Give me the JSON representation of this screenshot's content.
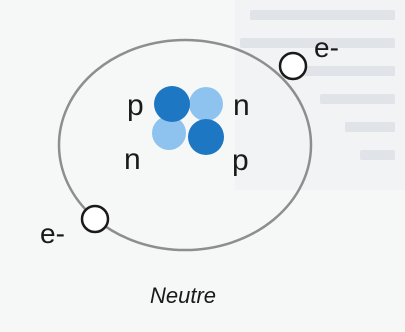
{
  "diagram": {
    "colors": {
      "background": "#f6f7f7",
      "top_strip_text": "#d9dde3",
      "orbit": "#8e8e8e",
      "proton": "#1d77c2",
      "neutron": "#8fc3ef",
      "electron_fill": "#ffffff",
      "electron_stroke": "#1a1a1a"
    },
    "nucleus": {
      "labels": [
        "p",
        "n",
        "n",
        "p"
      ]
    },
    "electrons": {
      "label_top": "e-",
      "label_bottom": "e-"
    },
    "caption": "Neutre"
  }
}
